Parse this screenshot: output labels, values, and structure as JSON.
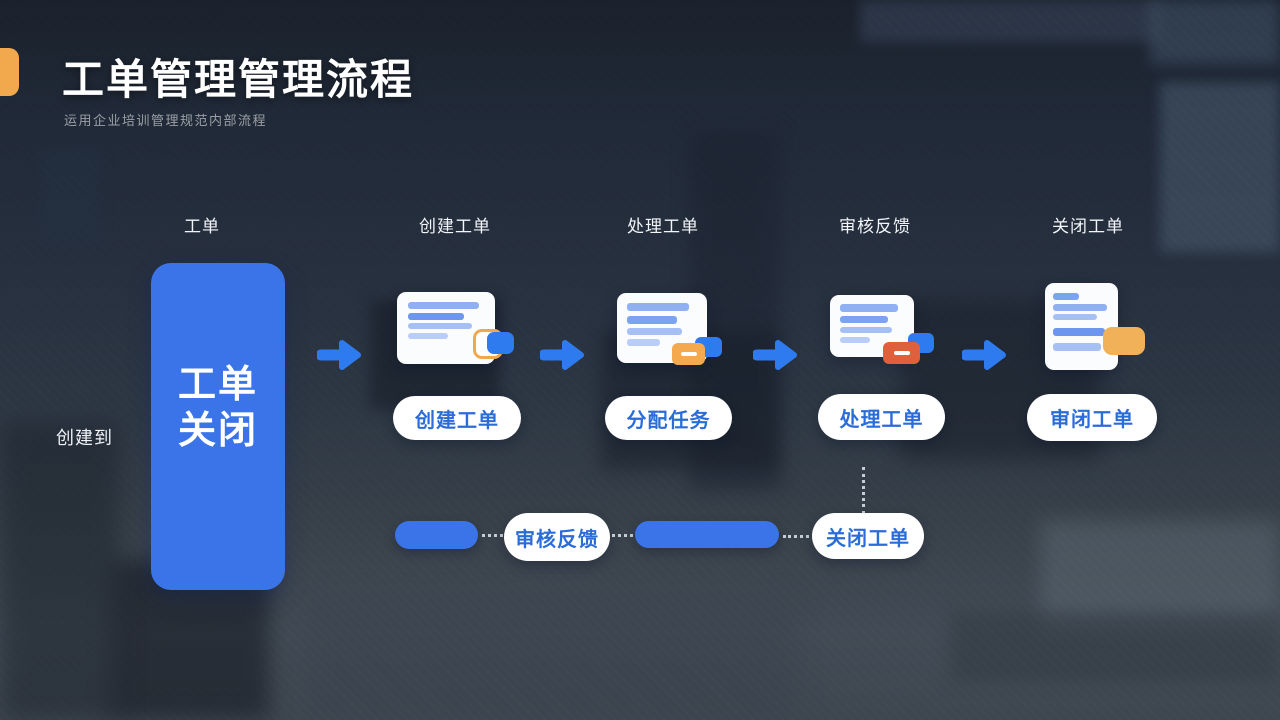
{
  "slide": {
    "title": "工单管理管理流程",
    "subtitle": "运用企业培训管理规范内部流程",
    "side_label": "创建到"
  },
  "colors": {
    "primary_blue": "#3b74e8",
    "arrow_blue": "#2e7bf0",
    "accent_orange": "#f2a84c",
    "badge_orange": "#f5a94e",
    "badge_yellow": "#f0b158",
    "badge_red": "#e0603c",
    "pill_text_blue": "#2b6cd9"
  },
  "icons": {
    "flow_arrow": "→",
    "document_card": "doc-lines",
    "badge_dash": "—"
  },
  "flow": {
    "headers": [
      "工单",
      "创建工单",
      "处理工单",
      "审核反馈",
      "关闭工单"
    ],
    "big_node": {
      "line1": "工单",
      "line2": "关闭"
    },
    "step_pills": [
      "创建工单",
      "分配任务",
      "处理工单",
      "审闭工单"
    ],
    "bottom_pills": {
      "feedback": "审核反馈",
      "close": "关闭工单"
    }
  }
}
